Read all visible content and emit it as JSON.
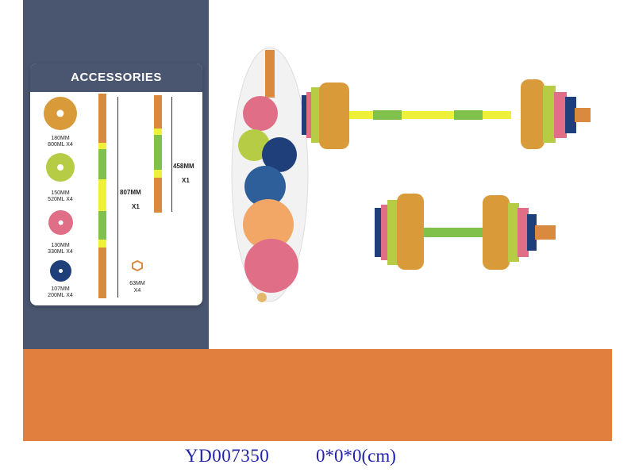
{
  "accessories": {
    "title": "ACCESSORIES",
    "plates": [
      {
        "size": "180MM",
        "qty": "800ML X4",
        "color": "#d99a3a"
      },
      {
        "size": "150MM",
        "qty": "520ML X4",
        "color": "#b6cc44"
      },
      {
        "size": "130MM",
        "qty": "330ML X4",
        "color": "#e06e86"
      },
      {
        "size": "107MM",
        "qty": "200ML X4",
        "color": "#1f3f7a"
      }
    ],
    "long_bar": {
      "length": "807MM",
      "qty": "X1"
    },
    "short_bar": {
      "length": "458MM",
      "qty": "X1"
    },
    "nut": {
      "size": "63MM",
      "qty": "X4"
    }
  },
  "colors": {
    "panel": "#4a5670",
    "band": "#e07f3e",
    "footer_text": "#2222aa",
    "bar_orange": "#d98a3e",
    "bar_green": "#7fc14a",
    "bar_yellow": "#eef03a"
  },
  "footer": {
    "code": "YD007350",
    "size": "0*0*0(cm)"
  }
}
